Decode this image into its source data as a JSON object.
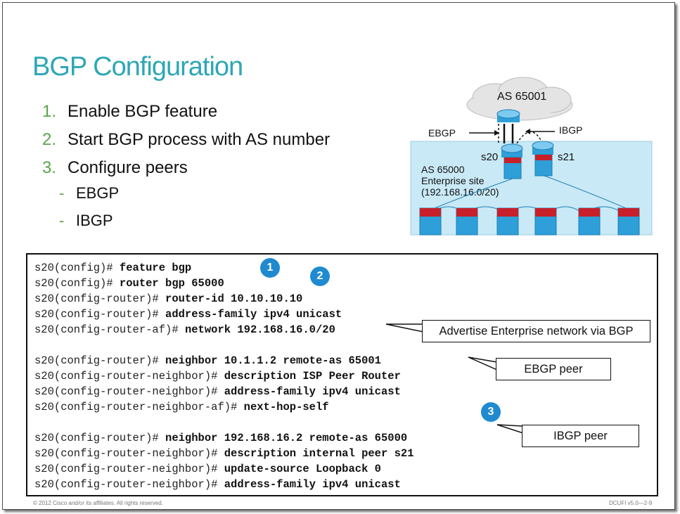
{
  "title": "BGP Configuration",
  "steps": [
    {
      "num": "1.",
      "label": "Enable BGP feature"
    },
    {
      "num": "2.",
      "label": "Start BGP process with AS number"
    },
    {
      "num": "3.",
      "label": "Configure peers"
    }
  ],
  "substeps": [
    {
      "dash": "-",
      "label": "EBGP"
    },
    {
      "dash": "-",
      "label": "IBGP"
    }
  ],
  "diagram": {
    "cloud_label": "AS 65001",
    "ebgp_label": "EBGP",
    "ibgp_label": "IBGP",
    "switch_left": "s20",
    "switch_right": "s21",
    "site_line1": "AS 65000",
    "site_line2": "Enterprise site",
    "site_line3": "(192.168.16.0/20)"
  },
  "code_lines": [
    {
      "prompt": "s20(config)# ",
      "cmd": "feature bgp"
    },
    {
      "prompt": "s20(config)# ",
      "cmd": "router bgp 65000"
    },
    {
      "prompt": "s20(config-router)# ",
      "cmd": "router-id 10.10.10.10"
    },
    {
      "prompt": "s20(config-router)# ",
      "cmd": "address-family ipv4 unicast"
    },
    {
      "prompt": "s20(config-router-af)# ",
      "cmd": "network 192.168.16.0/20"
    },
    {
      "prompt": "",
      "cmd": ""
    },
    {
      "prompt": "s20(config-router)# ",
      "cmd": "neighbor 10.1.1.2 remote-as 65001"
    },
    {
      "prompt": "s20(config-router-neighbor)# ",
      "cmd": "description ISP Peer Router"
    },
    {
      "prompt": "s20(config-router-neighbor)# ",
      "cmd": "address-family ipv4 unicast"
    },
    {
      "prompt": "s20(config-router-neighbor-af)# ",
      "cmd": "next-hop-self"
    },
    {
      "prompt": "",
      "cmd": ""
    },
    {
      "prompt": "s20(config-router)# ",
      "cmd": "neighbor 192.168.16.2 remote-as 65000"
    },
    {
      "prompt": "s20(config-router-neighbor)# ",
      "cmd": "description internal peer s21"
    },
    {
      "prompt": "s20(config-router-neighbor)# ",
      "cmd": "update-source Loopback 0"
    },
    {
      "prompt": "s20(config-router-neighbor)# ",
      "cmd": "address-family ipv4 unicast"
    }
  ],
  "badges": [
    "1",
    "2",
    "3"
  ],
  "callouts": {
    "advertise": "Advertise Enterprise network via BGP",
    "ebgp_peer": "EBGP peer",
    "ibgp_peer": "IBGP peer"
  },
  "footer": {
    "copyright": "© 2012 Cisco and/or its affiliates. All rights reserved.",
    "course_code": "DCUFI v5.0—2-9"
  },
  "colors": {
    "title": "#2ea7b5",
    "step_number": "#58a44a",
    "badge": "#1f8ad0",
    "site_fill": "#c9e9f6",
    "switch_red": "#c8202a",
    "switch_blue": "#2e9fd8"
  }
}
